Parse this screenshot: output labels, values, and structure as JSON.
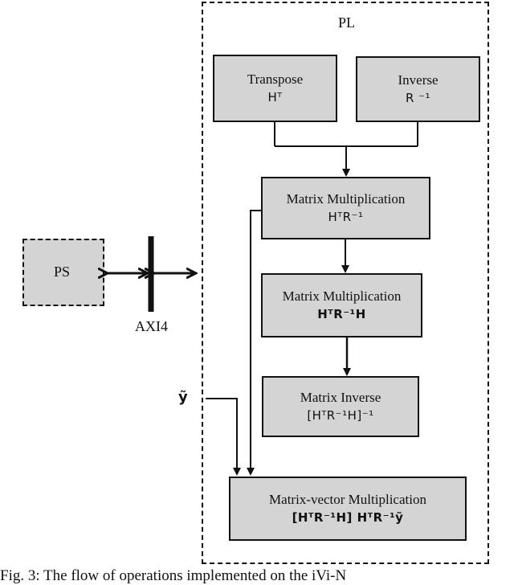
{
  "pl_label": "PL",
  "ps_label": "PS",
  "axi_label": "AXI4",
  "input_label": "ỹ",
  "blocks": {
    "transpose": {
      "title": "Transpose",
      "formula": "Hᵀ"
    },
    "inverse": {
      "title": "Inverse",
      "formula": "R ⁻¹"
    },
    "matmul1": {
      "title": "Matrix Multiplication",
      "formula": "HᵀR⁻¹"
    },
    "matmul2": {
      "title": "Matrix Multiplication",
      "formula": "HᵀR⁻¹H"
    },
    "matinv": {
      "title": "Matrix Inverse",
      "formula": "[HᵀR⁻¹H]⁻¹"
    },
    "matvec": {
      "title": "Matrix-vector Multiplication",
      "formula": "[HᵀR⁻¹H] HᵀR⁻¹ỹ"
    }
  },
  "caption": "Fig. 3: The flow of operations implemented on the iVi-N"
}
